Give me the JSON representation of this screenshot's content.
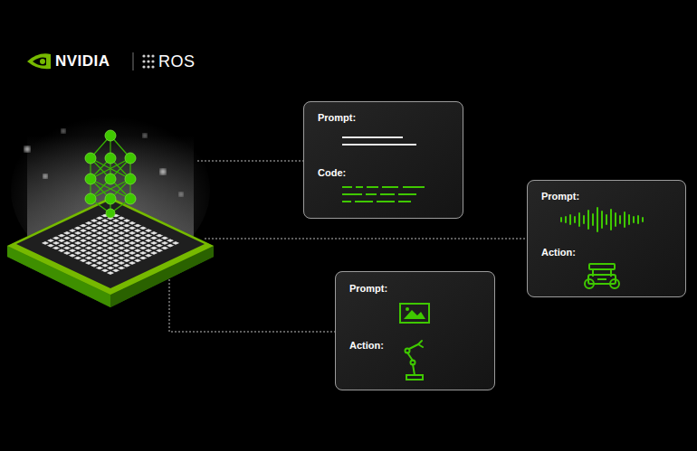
{
  "diagram": {
    "nodes": [
      {
        "text": [
          "Prompt:",
          "Code:"
        ]
      },
      {
        "text": [
          "Prompt:",
          "Action:"
        ]
      },
      {
        "text": [
          "Prompt:",
          "Action:"
        ]
      }
    ],
    "labels": [
      "NVIDIA",
      "ROS"
    ]
  }
}
